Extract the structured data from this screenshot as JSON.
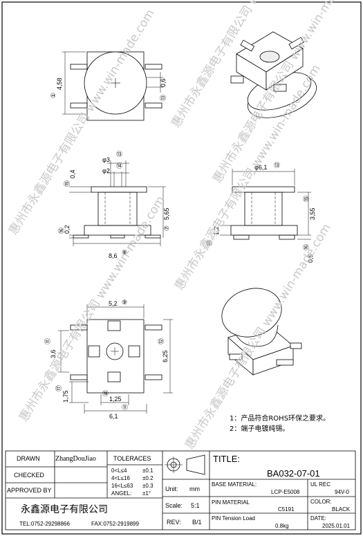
{
  "watermark": "惠州市永鑫源电子有限公司 www.win-made.com",
  "notes": [
    "1：产品符合ROHS环保之要求。",
    "2：端子电镀纯锡。"
  ],
  "dims": {
    "top_view": {
      "circle_dia": "①",
      "height": "4,58",
      "pin_gap": "0,6",
      "pin_gap_callout": "⑬"
    },
    "front_view": {
      "d1": "φ3",
      "d1_callout": "⑬",
      "d2": "φ2",
      "d2_callout": "⑭",
      "top": "0,4",
      "top_callout": "⑮",
      "base": "0,2",
      "base_callout": "⑯",
      "height": "5,65",
      "height_callout": "⑦",
      "width": "8,6",
      "width_callout": "⑧"
    },
    "side_view": {
      "dia": "φ6,1",
      "dia_callout": "⑬",
      "h1": "3,55",
      "h1_callout": "⑮",
      "h2": "1,2",
      "h2_callout": "⑭",
      "h3": "0,5",
      "h3_callout": "⑯"
    },
    "bottom_view": {
      "w": "5,2",
      "w_callout": "⑨",
      "h": "3,6",
      "h_callout": "⑪",
      "total_h": "6,25",
      "total_h_callout": "⑫",
      "pitch": "1,75",
      "pitch_callout": "⑰",
      "gap": "1,25",
      "gap_callout": "⑱",
      "total_w": "6,1",
      "total_w_callout": "⑪"
    }
  },
  "title_block": {
    "drawn_label": "DRAWN",
    "drawn_value": "ZhangDouJiao",
    "checked_label": "CHECKED",
    "approved_label": "APPROVED BY",
    "tolerances_label": "TOLERACES",
    "tol_rows": [
      [
        "0<L≤4",
        "±0.1"
      ],
      [
        "4<L≤16",
        "±0.2"
      ],
      [
        "16<L≤63",
        "±0.3"
      ],
      [
        "ANGEL:",
        "±1°"
      ]
    ],
    "company": "永鑫源电子有限公司",
    "tel": "TEL:0752-29298866",
    "fax": "FAX:0752-2919899",
    "unit_label": "Unit:",
    "unit_value": "mm",
    "scale_label": "Scale:",
    "scale_value": "5:1",
    "rev_label": "REV:",
    "rev_value": "B/1",
    "title_label": "TITLE:",
    "title_value": "BA032-07-01",
    "base_material_label": "BASE MATERIAL:",
    "base_material_value": "LCP-E5008",
    "pin_material_label": "PIN MATERIAL",
    "pin_material_value": "C5191",
    "pin_tension_label": "PIN Tension Load",
    "pin_tension_value": "0.8kg",
    "ul_label": "UL REC",
    "ul_value": "94V-0",
    "color_label": "COLOR:",
    "color_value": "BLACK",
    "date_label": "DATE:",
    "date_value": "2025.01.01"
  }
}
